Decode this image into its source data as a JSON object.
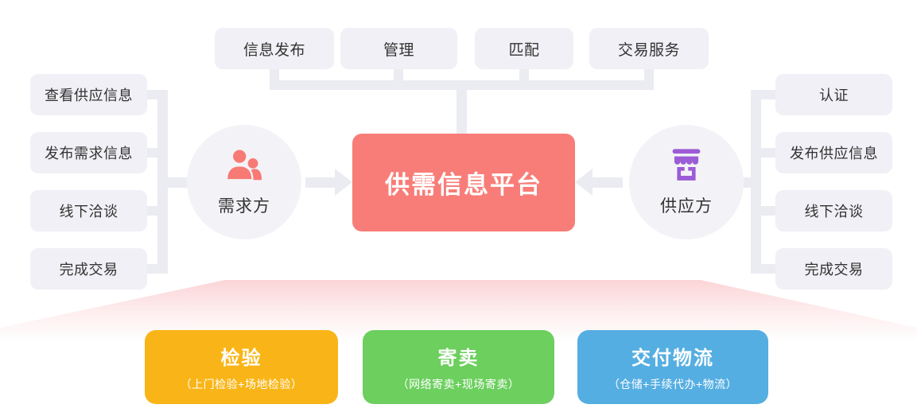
{
  "palette": {
    "node_bg": "#f0f0f6",
    "node_text": "#333333",
    "connector": "#ebebf2",
    "circle_bg": "#f3f3f7",
    "platform_bg": "#f87d78",
    "platform_text": "#ffffff",
    "demand_icon_color": "#f87a74",
    "supply_icon_color": "#9b5cd6",
    "beam_pink": "#fbd5d7",
    "service_orange": "#f9b517",
    "service_green": "#6ccf5e",
    "service_blue": "#55aee2"
  },
  "platform": {
    "label": "供需信息平台"
  },
  "top_functions": [
    {
      "label": "信息发布"
    },
    {
      "label": "管理"
    },
    {
      "label": "匹配"
    },
    {
      "label": "交易服务"
    }
  ],
  "demand_side": {
    "label": "需求方",
    "icon": "people-icon",
    "steps": [
      {
        "label": "查看供应信息"
      },
      {
        "label": "发布需求信息"
      },
      {
        "label": "线下洽谈"
      },
      {
        "label": "完成交易"
      }
    ]
  },
  "supply_side": {
    "label": "供应方",
    "icon": "storefront-icon",
    "steps": [
      {
        "label": "认证"
      },
      {
        "label": "发布供应信息"
      },
      {
        "label": "线下洽谈"
      },
      {
        "label": "完成交易"
      }
    ]
  },
  "services": [
    {
      "title": "检验",
      "subtitle": "（上门检验+场地检验）",
      "color": "#f9b517"
    },
    {
      "title": "寄卖",
      "subtitle": "（网络寄卖+现场寄卖）",
      "color": "#6ccf5e"
    },
    {
      "title": "交付物流",
      "subtitle": "（仓储+手续代办+物流）",
      "color": "#55aee2"
    }
  ]
}
